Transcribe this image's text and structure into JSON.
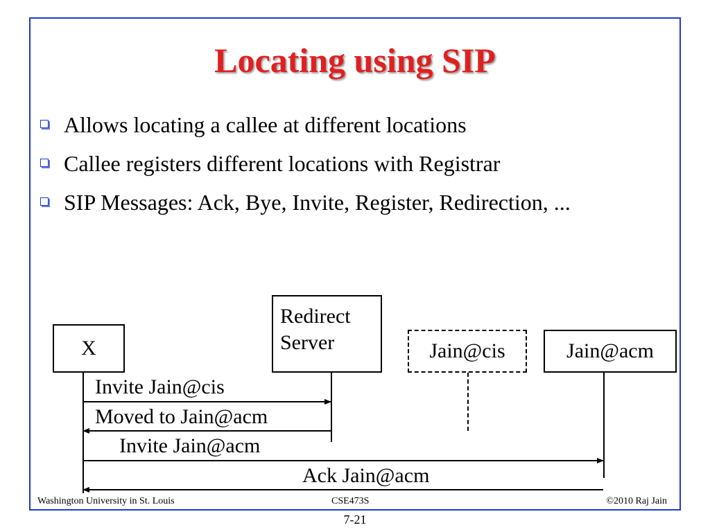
{
  "slide": {
    "title": "Locating using SIP",
    "bullets": [
      "Allows locating a callee at different locations",
      "Callee registers different locations with Registrar",
      "SIP Messages: Ack, Bye, Invite, Register, Redirection, ..."
    ]
  },
  "diagram": {
    "nodes": {
      "x": "X",
      "redirect_line1": "Redirect",
      "redirect_line2": "Server",
      "cis": "Jain@cis",
      "acm": "Jain@acm"
    },
    "messages": [
      "Invite Jain@cis",
      "Moved to Jain@acm",
      "Invite Jain@acm",
      "Ack Jain@acm"
    ]
  },
  "footer": {
    "left": "Washington University in St. Louis",
    "center": "CSE473S",
    "right": "©2010 Raj Jain",
    "page": "7-21"
  },
  "colors": {
    "title": "#e02020",
    "frame": "#1a3ccc",
    "bullet": "#1a3ccc"
  }
}
